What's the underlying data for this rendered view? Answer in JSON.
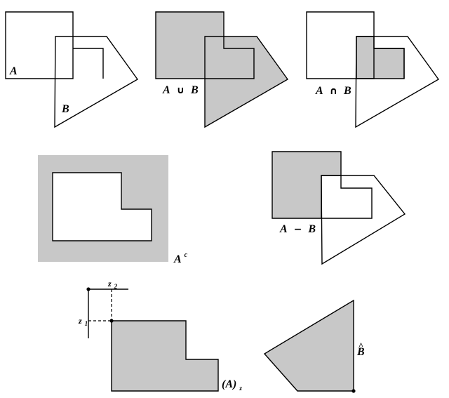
{
  "colors": {
    "shade": "#c8c8c8",
    "line": "#000000",
    "background": "#ffffff"
  },
  "labels": {
    "panel1": {
      "a": "A",
      "b": "B"
    },
    "panel2": {
      "a": "A",
      "op": "∪",
      "b": "B"
    },
    "panel3": {
      "a": "A",
      "op": "∩",
      "b": "B"
    },
    "panel4": {
      "a": "A",
      "sup": "c"
    },
    "panel5": {
      "a": "A",
      "op": "−",
      "b": "B"
    },
    "panel6": {
      "z": "z",
      "z2_sub": "2",
      "z1_sub": "1",
      "a": "(A)",
      "a_sub": "z"
    },
    "panel7": {
      "b": "B",
      "hat": "^"
    }
  }
}
